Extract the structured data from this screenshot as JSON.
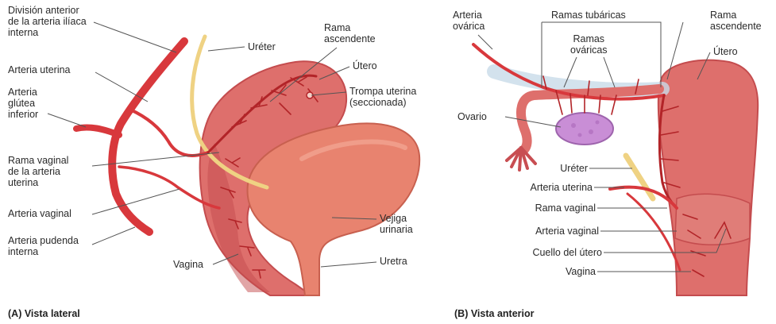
{
  "colors": {
    "artery": "#d8383c",
    "artery_dark": "#a81e24",
    "uterus": "#de6f6c",
    "uterus_shadow": "#c44c4e",
    "bladder": "#e8836f",
    "ureter": "#efd283",
    "ovary": "#c98ed6",
    "tube_sheath": "#c8dbe8",
    "leader": "#555555"
  },
  "panel_a": {
    "caption": "(A) Vista lateral",
    "labels": {
      "division_anterior": "División anterior\nde la arteria ilíaca\ninterna",
      "arteria_uterina": "Arteria uterina",
      "arteria_glutea": "Arteria\nglútea\ninferior",
      "rama_vaginal": "Rama vaginal\nde la arteria\nuterina",
      "arteria_vaginal": "Arteria vaginal",
      "arteria_pudenda": "Arteria pudenda\ninterna",
      "ureter": "Uréter",
      "rama_ascendente": "Rama\nascendente",
      "utero": "Útero",
      "trompa_uterina": "Trompa uterina\n(seccionada)",
      "vejiga": "Vejiga\nurinaria",
      "uretra": "Uretra",
      "vagina": "Vagina"
    }
  },
  "panel_b": {
    "caption": "(B) Vista anterior",
    "labels": {
      "arteria_ovarica": "Arteria\novárica",
      "ramas_tubaricas": "Ramas tubáricas",
      "ramas_ovaricas": "Ramas\nováricas",
      "rama_ascendente": "Rama\nascendente",
      "utero": "Útero",
      "ovario": "Ovario",
      "ureter": "Uréter",
      "arteria_uterina": "Arteria uterina",
      "rama_vaginal": "Rama vaginal",
      "arteria_vaginal": "Arteria vaginal",
      "cuello_utero": "Cuello del útero",
      "vagina": "Vagina"
    }
  }
}
